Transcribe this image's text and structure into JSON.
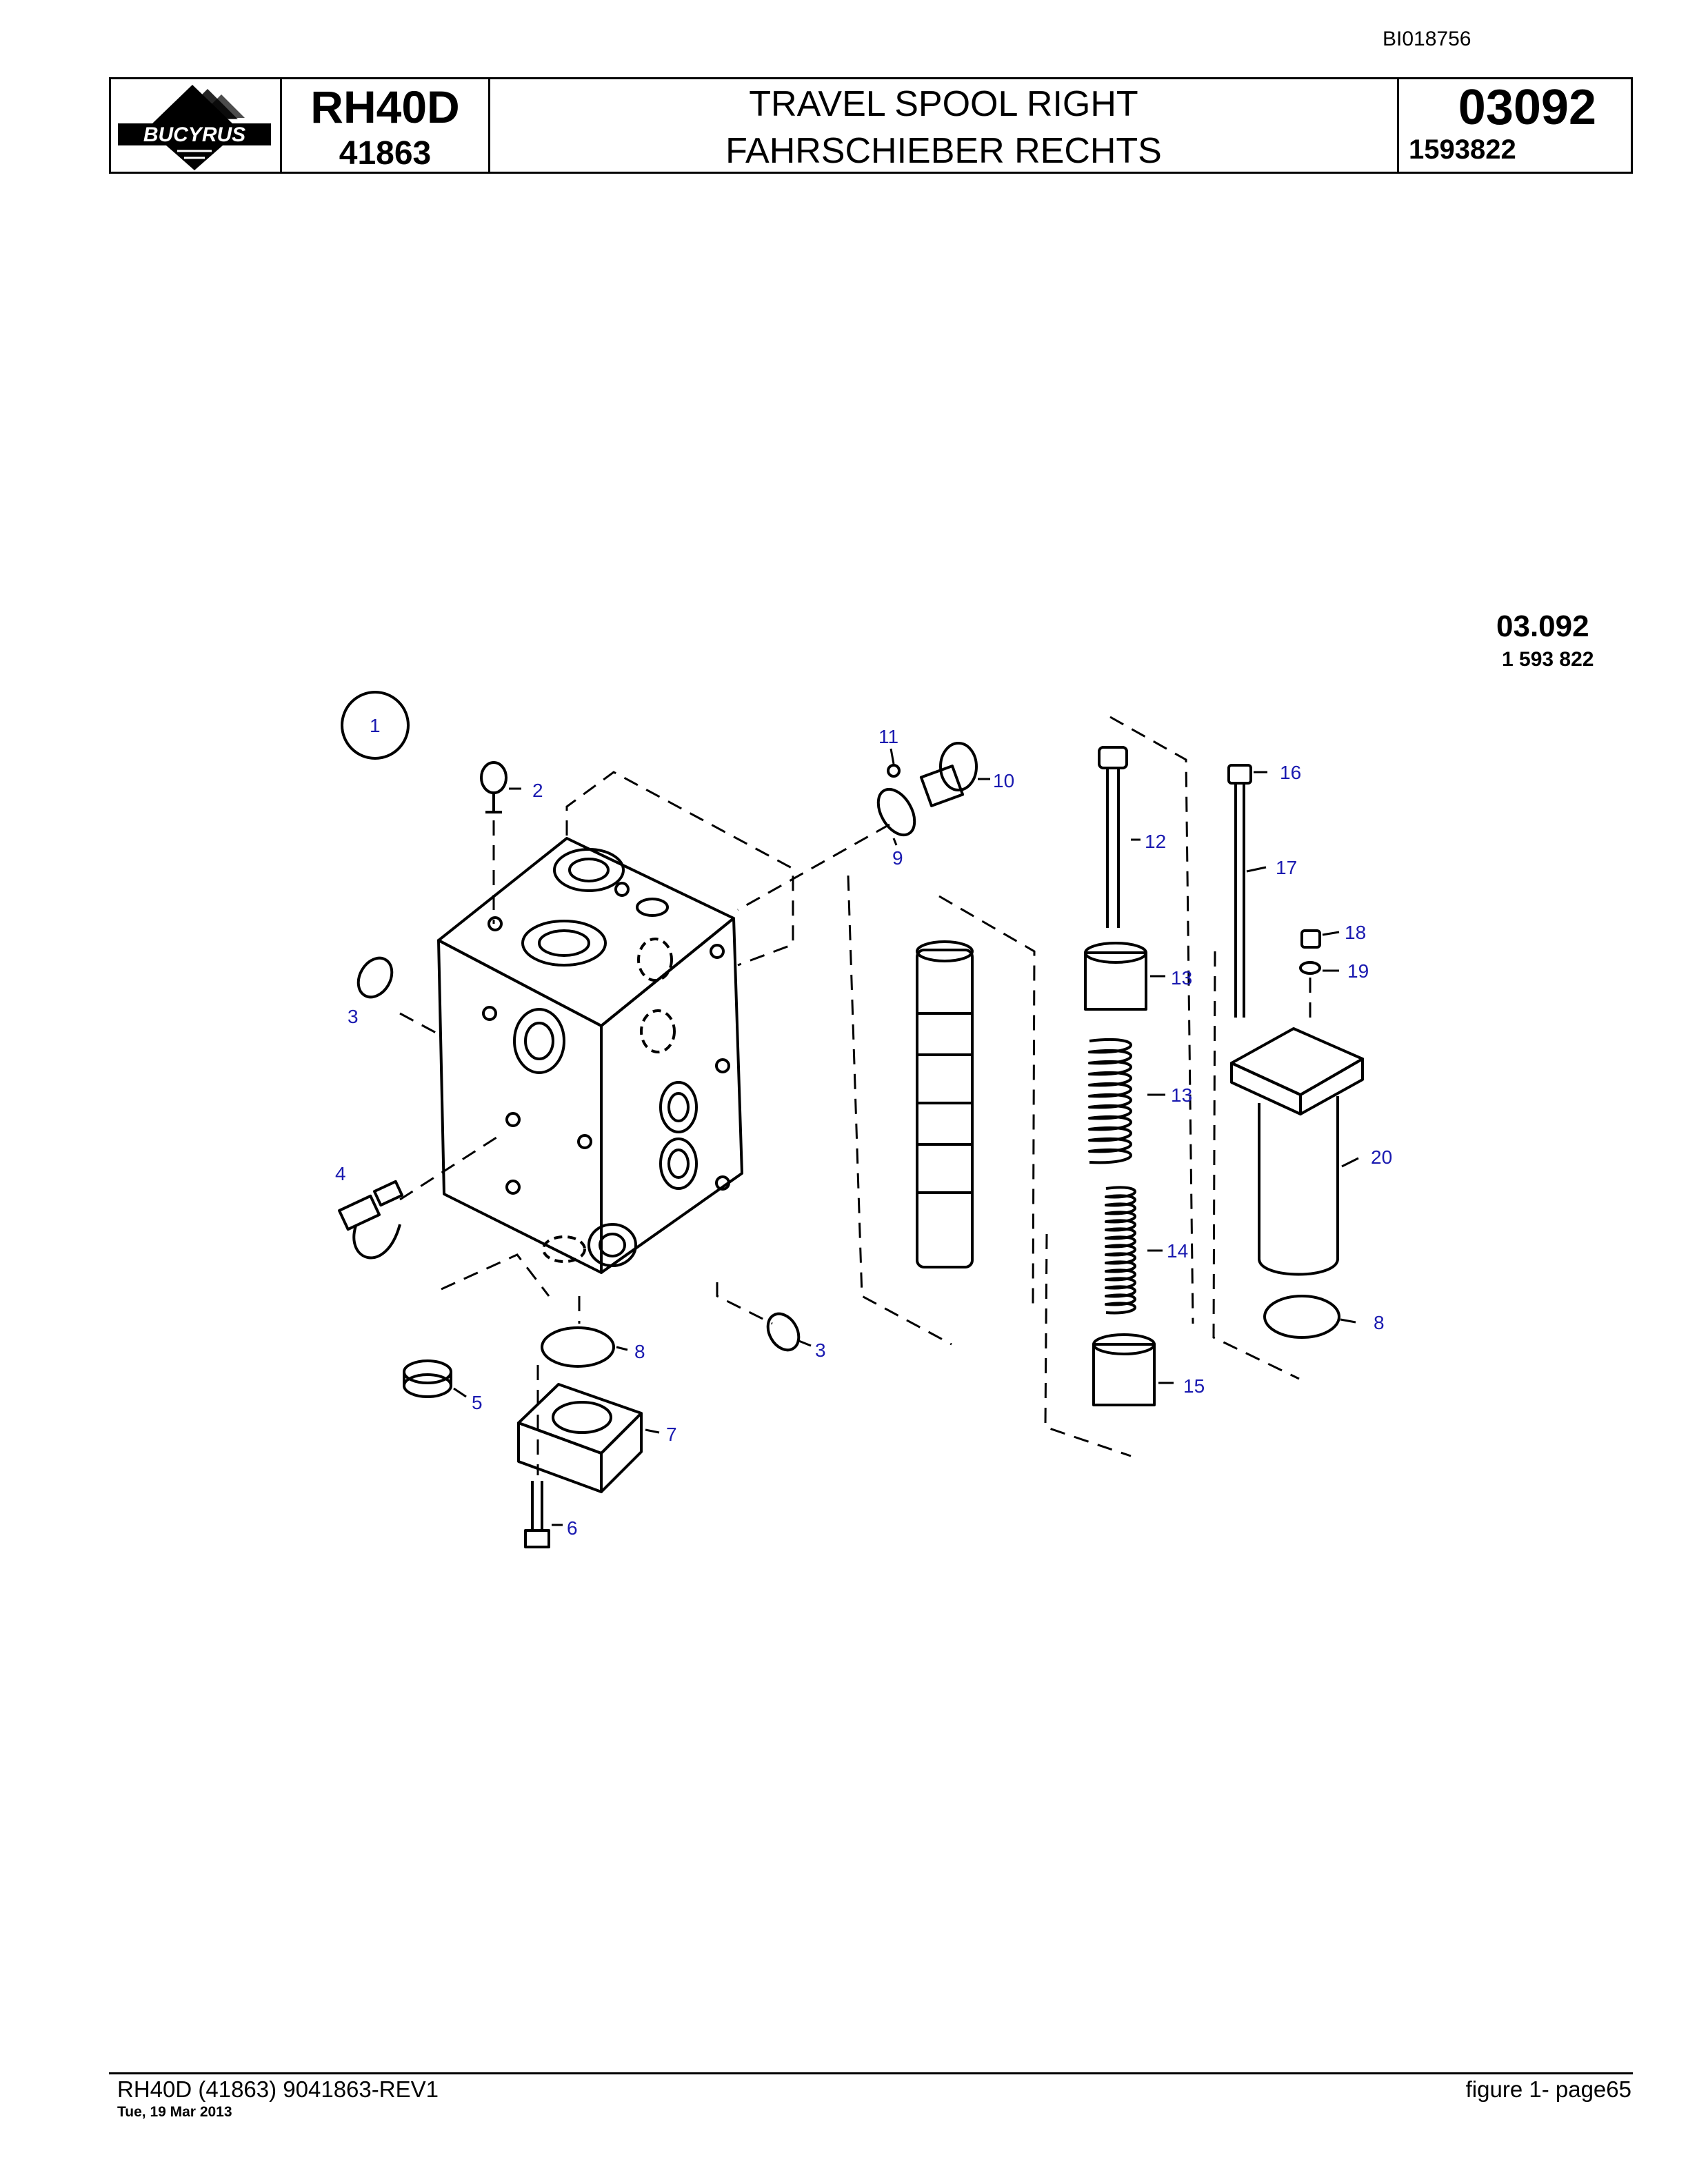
{
  "doc_id": "BI018756",
  "header": {
    "logo_text": "BUCYRUS",
    "model": "RH40D",
    "serial": "41863",
    "title_en": "TRAVEL SPOOL RIGHT",
    "title_de": "FAHRSCHIEBER RECHTS",
    "figure_number": "03092",
    "part_number": "1593822"
  },
  "drawing": {
    "ref_code": "03.092",
    "ref_sub": "1 593 822",
    "callouts": [
      {
        "id": "c1",
        "label": "1"
      },
      {
        "id": "c2",
        "label": "2"
      },
      {
        "id": "c3a",
        "label": "3"
      },
      {
        "id": "c3b",
        "label": "3"
      },
      {
        "id": "c4",
        "label": "4"
      },
      {
        "id": "c5",
        "label": "5"
      },
      {
        "id": "c6",
        "label": "6"
      },
      {
        "id": "c7",
        "label": "7"
      },
      {
        "id": "c8a",
        "label": "8"
      },
      {
        "id": "c8b",
        "label": "8"
      },
      {
        "id": "c9",
        "label": "9"
      },
      {
        "id": "c10",
        "label": "10"
      },
      {
        "id": "c11",
        "label": "11"
      },
      {
        "id": "c12",
        "label": "12"
      },
      {
        "id": "c13a",
        "label": "13"
      },
      {
        "id": "c13b",
        "label": "13"
      },
      {
        "id": "c14",
        "label": "14"
      },
      {
        "id": "c15",
        "label": "15"
      },
      {
        "id": "c16",
        "label": "16"
      },
      {
        "id": "c17",
        "label": "17"
      },
      {
        "id": "c18",
        "label": "18"
      },
      {
        "id": "c19",
        "label": "19"
      },
      {
        "id": "c20",
        "label": "20"
      }
    ]
  },
  "footer": {
    "left": "RH40D (41863) 9041863-REV1",
    "date": "Tue, 19 Mar 2013",
    "right": "figure  1- page65"
  }
}
